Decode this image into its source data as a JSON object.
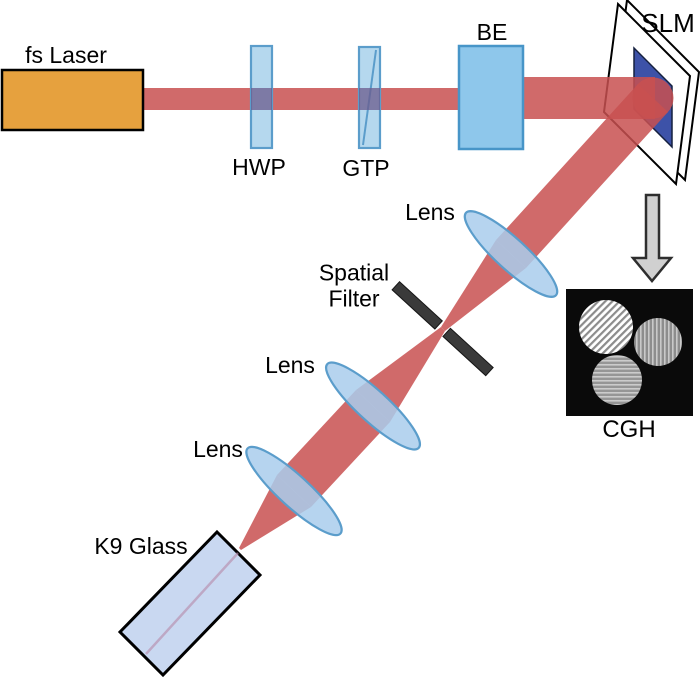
{
  "diagram_type": "optical-setup-schematic",
  "labels": {
    "laser": "fs Laser",
    "hwp": "HWP",
    "gtp": "GTP",
    "be": "BE",
    "slm": "SLM",
    "lens_top": "Lens",
    "spatial_filter": "Spatial Filter",
    "lens_middle": "Lens",
    "lens_bottom": "Lens",
    "k9_glass": "K9 Glass",
    "cgh": "CGH"
  },
  "colors": {
    "beam": "#c85050",
    "beam_in_glass": "#b88fae",
    "laser_fill": "#e6a13e",
    "optic_fill": "#b5d8ee",
    "optic_stroke": "#5b9dcb",
    "overlap_tint": "#6b5b8c",
    "be_fill": "#8ec7eb",
    "be_stroke": "#4795c8",
    "lens_fill": "#a9cdec",
    "slm_face": "#ffffff",
    "slm_screen": "#3d52a8",
    "glass_fill": "#c9d8f1",
    "filter_bar": "#3a3a3a",
    "arrow_fill": "#d0d0d0",
    "arrow_stroke": "#2e2e2e",
    "cgh_bg": "#0a0a0a",
    "cgh_diag_bg": "#ffffff",
    "cgh_diag_stripe": "#8c8c8c",
    "cgh_vert_bg": "#8d8d8d",
    "cgh_vert_stripe": "#c9c9c9",
    "cgh_horiz_bg": "#969696",
    "cgh_horiz_stripe": "#cccccc",
    "outline": "#000000"
  }
}
